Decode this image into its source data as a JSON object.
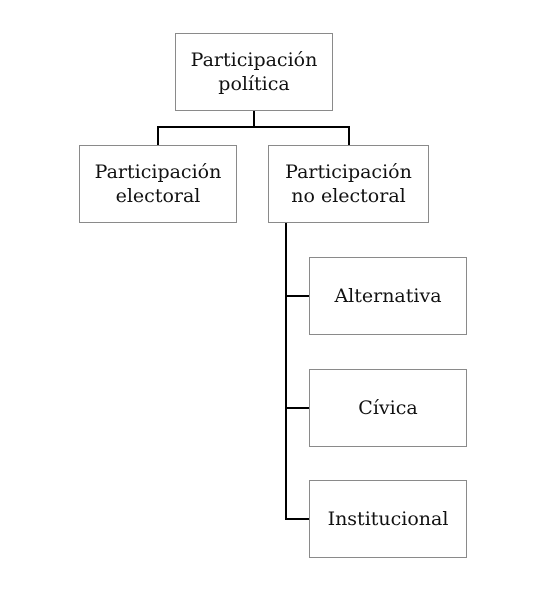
{
  "diagram": {
    "root": {
      "label": "Participación política"
    },
    "level1": [
      {
        "label": "Participación electoral"
      },
      {
        "label": "Participación no electoral"
      }
    ],
    "level2": [
      {
        "label": "Alternativa"
      },
      {
        "label": "Cívica"
      },
      {
        "label": "Institucional"
      }
    ],
    "colors": {
      "border": "#8a8a8a",
      "connector": "#000000",
      "text": "#111111"
    }
  }
}
